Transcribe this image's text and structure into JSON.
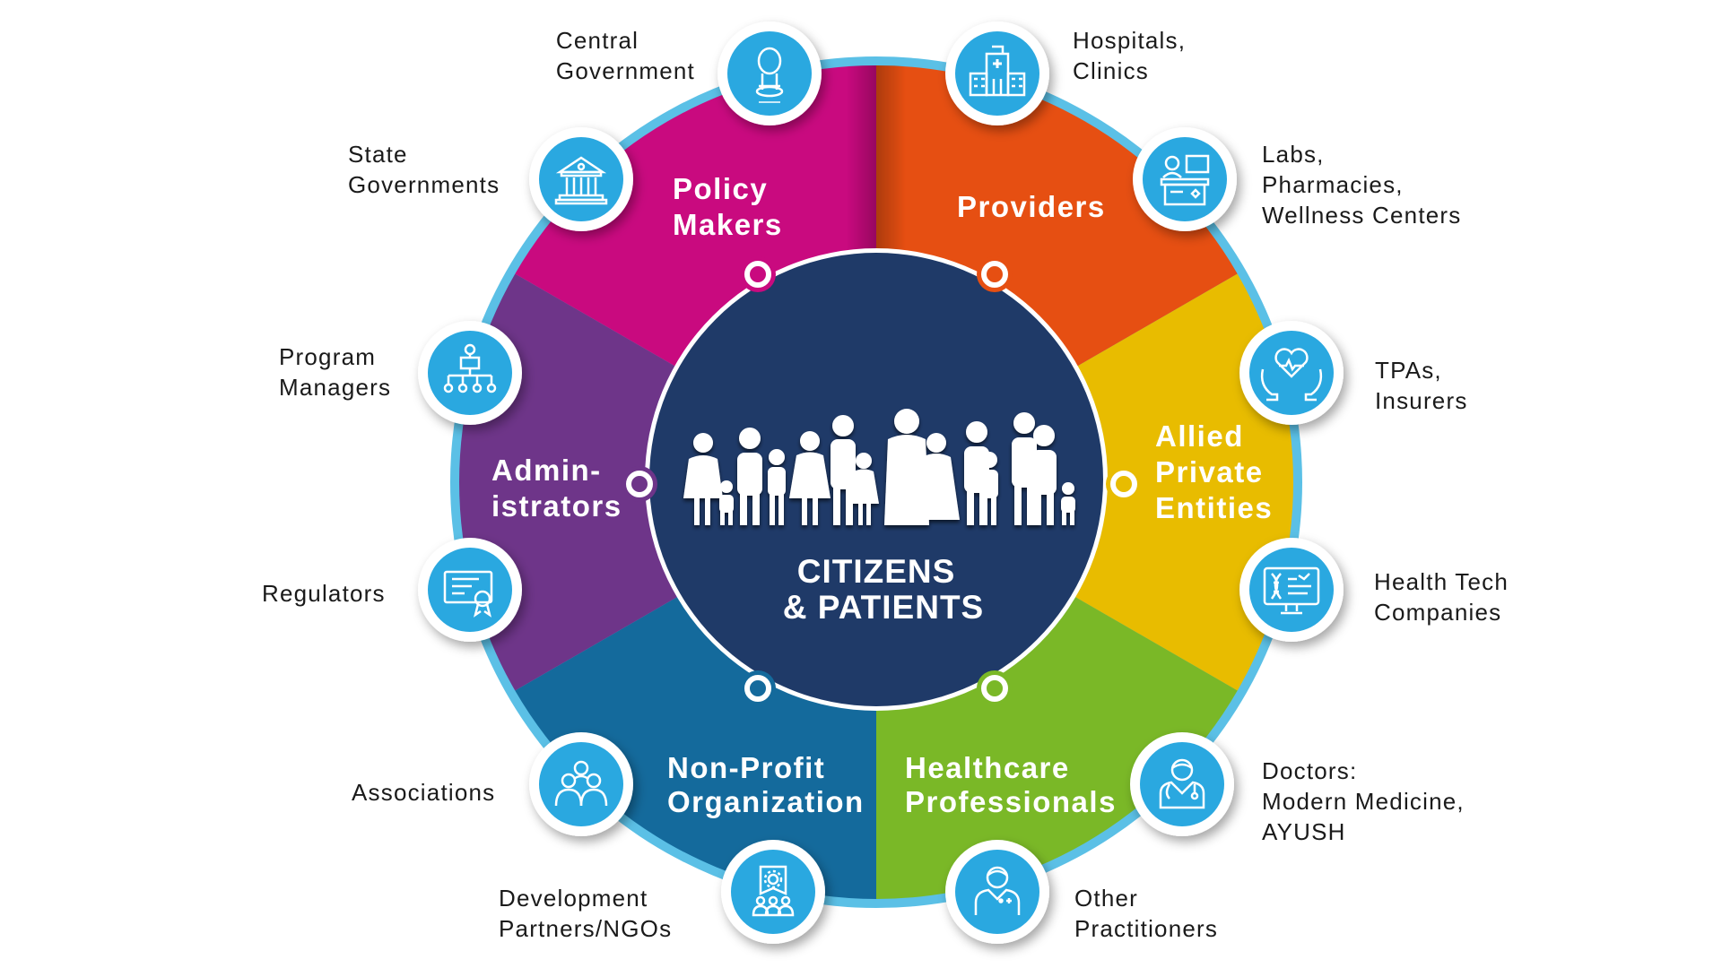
{
  "center": {
    "title_line1": "CITIZENS",
    "title_line2": "& PATIENTS",
    "color": "#1f3a68"
  },
  "ring_color": "#5bc0e6",
  "icon_color": "#2aa8e0",
  "segments": [
    {
      "id": "providers",
      "lines": [
        "Providers"
      ],
      "color": "#e64f12"
    },
    {
      "id": "allied",
      "lines": [
        "Allied",
        "Private",
        "Entities"
      ],
      "color": "#e8bc00"
    },
    {
      "id": "healthcare",
      "lines": [
        "Healthcare",
        "Professionals"
      ],
      "color": "#7ab827"
    },
    {
      "id": "nonprofit",
      "lines": [
        "Non-Profit",
        "Organization"
      ],
      "color": "#146a9c"
    },
    {
      "id": "administrators",
      "lines": [
        "Admin-",
        "istrators"
      ],
      "color": "#6e3589"
    },
    {
      "id": "policy",
      "lines": [
        "Policy",
        "Makers"
      ],
      "color": "#c90a7f"
    }
  ],
  "stakeholders": [
    {
      "id": "central-government",
      "icon": "national-emblem-icon",
      "lines": [
        "Central",
        "Government"
      ]
    },
    {
      "id": "state-governments",
      "icon": "government-building-icon",
      "lines": [
        "State",
        "Governments"
      ]
    },
    {
      "id": "hospitals-clinics",
      "icon": "hospital-icon",
      "lines": [
        "Hospitals,",
        "Clinics"
      ]
    },
    {
      "id": "labs-pharmacies",
      "icon": "pharmacy-counter-icon",
      "lines": [
        "Labs,",
        "Pharmacies,",
        "Wellness Centers"
      ]
    },
    {
      "id": "program-managers",
      "icon": "org-chart-icon",
      "lines": [
        "Program",
        "Managers"
      ]
    },
    {
      "id": "tpas-insurers",
      "icon": "heart-hands-icon",
      "lines": [
        "TPAs,",
        "Insurers"
      ]
    },
    {
      "id": "regulators",
      "icon": "certificate-icon",
      "lines": [
        "Regulators"
      ]
    },
    {
      "id": "health-tech",
      "icon": "dna-monitor-icon",
      "lines": [
        "Health Tech",
        "Companies"
      ]
    },
    {
      "id": "associations",
      "icon": "group-icon",
      "lines": [
        "Associations"
      ]
    },
    {
      "id": "doctors",
      "icon": "doctor-icon",
      "lines": [
        "Doctors:",
        "Modern Medicine,",
        "AYUSH"
      ]
    },
    {
      "id": "development-partners",
      "icon": "presentation-team-icon",
      "lines": [
        "Development",
        "Partners/NGOs"
      ]
    },
    {
      "id": "other-practitioners",
      "icon": "practitioner-icon",
      "lines": [
        "Other",
        "Practitioners"
      ]
    }
  ]
}
